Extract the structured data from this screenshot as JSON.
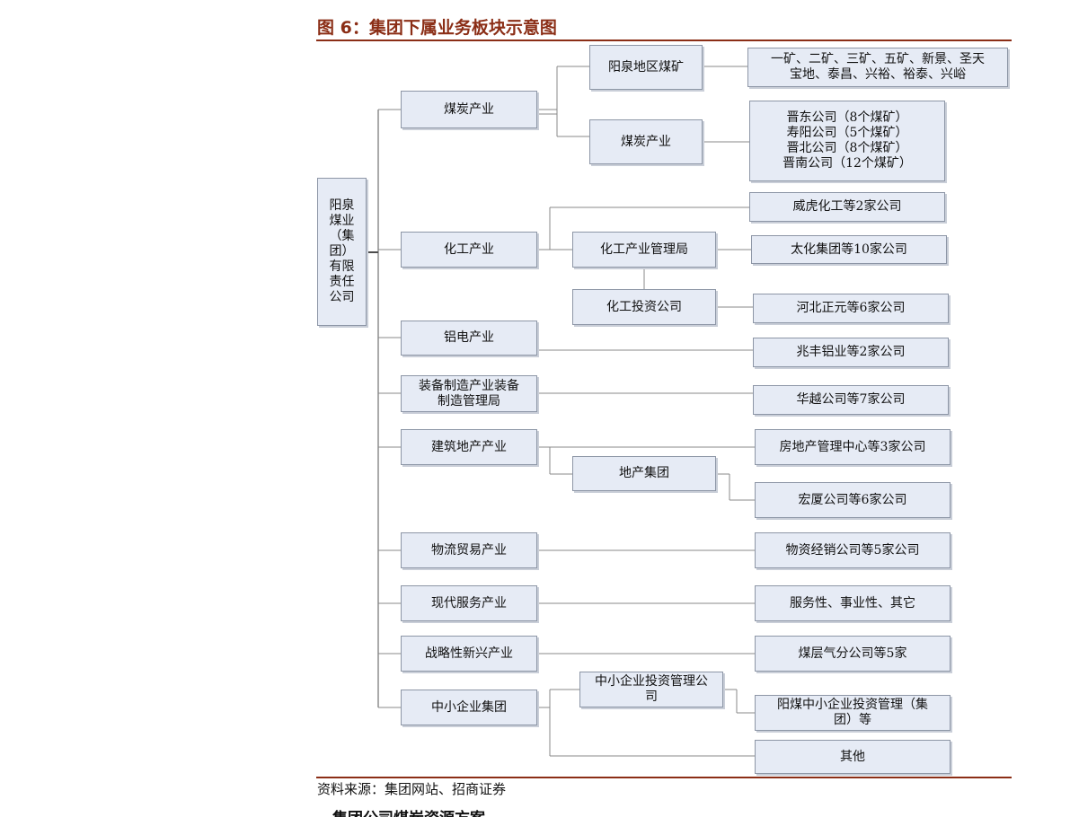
{
  "title": "图 6：集团下属业务板块示意图",
  "source": "资料来源：集团网站、招商证券",
  "next_heading_fragment": "集团公司煤炭资源方案",
  "org_chart": {
    "root": "阳泉\n煤业\n（集\n团）\n有限\n责任\n公司",
    "segments": [
      {
        "id": "coal",
        "label": "煤炭产业",
        "units": [
          {
            "id": "coal-yq",
            "label": "阳泉地区煤矿",
            "subs": [
              "一矿、二矿、三矿、五矿、新景、圣天\n宝地、泰昌、兴裕、裕泰、兴峪"
            ]
          },
          {
            "id": "coal-ind",
            "label": "煤炭产业",
            "subs": [
              "晋东公司（8个煤矿）\n寿阳公司（5个煤矿）\n晋北公司（8个煤矿）\n晋南公司（12个煤矿）"
            ]
          }
        ]
      },
      {
        "id": "chem",
        "label": "化工产业",
        "direct": [
          "威虎化工等2家公司"
        ],
        "units": [
          {
            "id": "chem-bureau",
            "label": "化工产业管理局",
            "subs": [
              "太化集团等10家公司"
            ]
          },
          {
            "id": "chem-invest",
            "label": "化工投资公司",
            "subs": [
              "河北正元等6家公司"
            ]
          }
        ]
      },
      {
        "id": "alu",
        "label": "铝电产业",
        "direct": [
          "兆丰铝业等2家公司"
        ]
      },
      {
        "id": "equip",
        "label": "装备制造产业装备\n制造管理局",
        "direct": [
          "华越公司等7家公司"
        ]
      },
      {
        "id": "realty",
        "label": "建筑地产产业",
        "direct": [
          "房地产管理中心等3家公司"
        ],
        "units": [
          {
            "id": "realty-group",
            "label": "地产集团",
            "subs": [
              "宏厦公司等6家公司"
            ]
          }
        ]
      },
      {
        "id": "logistics",
        "label": "物流贸易产业",
        "direct": [
          "物资经销公司等5家公司"
        ]
      },
      {
        "id": "service",
        "label": "现代服务产业",
        "direct": [
          "服务性、事业性、其它"
        ]
      },
      {
        "id": "strategic",
        "label": "战略性新兴产业",
        "direct": [
          "煤层气分公司等5家"
        ]
      },
      {
        "id": "sme",
        "label": "中小企业集团",
        "units": [
          {
            "id": "sme-invest",
            "label": "中小企业投资管理公\n司",
            "subs": [
              "阳煤中小企业投资管理（集\n团）等"
            ]
          }
        ],
        "direct": [
          "其他"
        ]
      }
    ]
  },
  "colors": {
    "box_fill": "#E6EBF5",
    "box_border": "#8D96A6",
    "title": "#8B2E16",
    "line": "#888888"
  }
}
